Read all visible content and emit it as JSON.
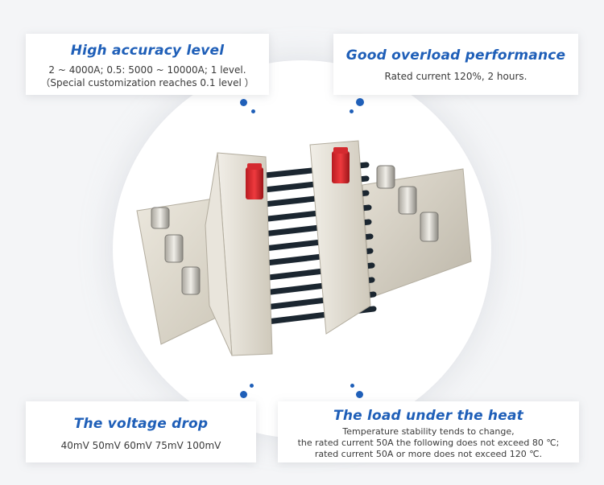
{
  "cards": {
    "accuracy": {
      "title": "High accuracy level",
      "line1": "2 ~ 4000A; 0.5: 5000 ~ 10000A; 1 level.",
      "line2": "（Special customization reaches 0.1 level ）"
    },
    "overload": {
      "title": "Good overload performance",
      "line1": "Rated current 120%, 2 hours."
    },
    "voltage": {
      "title": "The voltage drop",
      "line1": "40mV 50mV 60mV 75mV 100mV"
    },
    "heat": {
      "title": "The load under the heat",
      "line1": "Temperature stability tends to change,",
      "line2": "the rated current 50A the following does not exceed 80 ℃;",
      "line3": "rated current 50A or more does not exceed 120 ℃."
    }
  },
  "colors": {
    "accent": "#1f5fb8",
    "terminal": "#d8252b",
    "metal": "#d9d4c8",
    "wire": "#1b2630"
  },
  "image": {
    "subject": "current-shunt-product-photo"
  }
}
